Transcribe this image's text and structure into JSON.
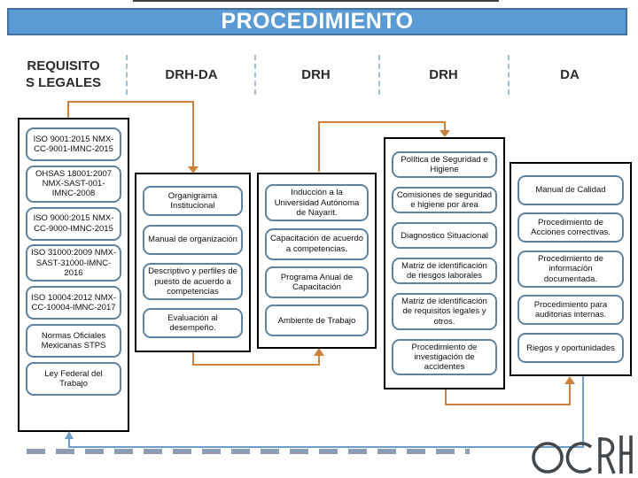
{
  "slide": {
    "title": "PROCEDIMIENTO",
    "logo_text": "OCRH"
  },
  "columns": [
    {
      "header": "REQUISITOS LEGALES",
      "header_lines": [
        "REQUISITO",
        "S LEGALES"
      ],
      "items": [
        "ISO 9001:2015 NMX-CC-9001-IMNC-2015",
        "OHSAS 18001:2007 NMX-SAST-001-IMNC-2008",
        "ISO 9000:2015 NMX-CC-9000-IMNC-2015",
        "ISO 31000:2009 NMX-SAST-31000-IMNC-2016",
        "ISO 10004:2012 NMX-CC-10004-IMNC-2017",
        "Normas Oficiales Mexicanas STPS",
        "Ley Federal del Trabajo"
      ]
    },
    {
      "header": "DRH-DA",
      "items": [
        "Organigrama Institucional",
        "Manual de organización",
        "Descriptivo y perfiles de puesto de acuerdo a competencias",
        "Evaluación al desempeño."
      ]
    },
    {
      "header": "DRH",
      "items": [
        "Inducción a la Universidad Autónoma de Nayarit.",
        "Capacitación de acuerdo a competencias.",
        "Programa Anual de Capacitación",
        "Ambiente de Trabajo"
      ]
    },
    {
      "header": "DRH",
      "items": [
        "Política de Seguridad e Higiene",
        "Comisiones de seguridad e higiene por área",
        "Diagnostico Situacional",
        "Matriz de identificación de riesgos laborales",
        "Matriz de identificación de requisitos legales y otros.",
        "Procedimiento de investigación de accidentes"
      ]
    },
    {
      "header": "DA",
      "items": [
        "Manual de Calidad",
        "Procedimiento de Acciones correctivas.",
        "Procedimiento de información documentada.",
        "Procedimiento para auditorias internas.",
        "Riegos y oportunidades"
      ]
    }
  ],
  "colors": {
    "banner_fill": "#5B9BD5",
    "banner_border": "#41719C",
    "box_border": "#5F82A0",
    "container_border": "#000000",
    "connector_orange": "#C9813B",
    "connector_blue": "#6D9DC9",
    "dash_gray": "#8C9DB3",
    "logo_gray": "#43484C"
  }
}
